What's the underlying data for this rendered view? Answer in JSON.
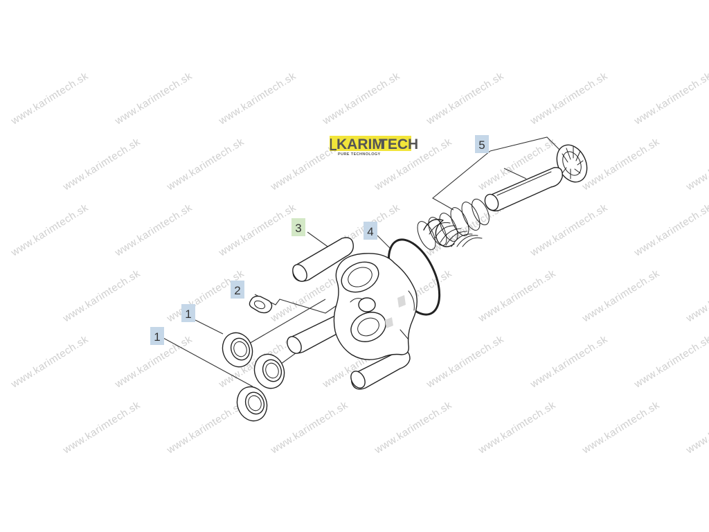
{
  "watermark": {
    "text": "www.karimtech.sk"
  },
  "logo": {
    "brand_left": "KARIM",
    "brand_right": "TECH",
    "tagline": "PURE TECHNOLOGY",
    "accent_color": "#f2e53a"
  },
  "callouts": [
    {
      "label": "1",
      "color": "blue"
    },
    {
      "label": "1",
      "color": "blue"
    },
    {
      "label": "2",
      "color": "blue"
    },
    {
      "label": "3",
      "color": "green"
    },
    {
      "label": "4",
      "color": "blue"
    },
    {
      "label": "5",
      "color": "blue"
    }
  ],
  "colors": {
    "callout_blue": "#c5d7e8",
    "callout_green": "#d3e8c6"
  }
}
